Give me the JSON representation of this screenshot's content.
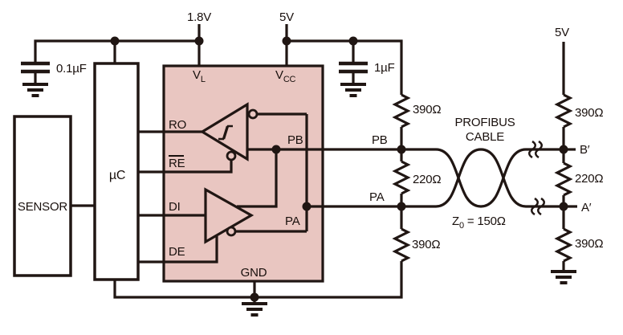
{
  "power": {
    "logic_supply": "1.8V",
    "bus_supply": "5V",
    "remote_supply": "5V"
  },
  "capacitors": {
    "c1": "0.1µF",
    "c2": "1µF"
  },
  "blocks": {
    "sensor": "SENSOR",
    "microcontroller": "µC"
  },
  "transceiver": {
    "pin_vl": {
      "base": "V",
      "sub": "L"
    },
    "pin_vcc": {
      "base": "V",
      "sub": "CC"
    },
    "pin_gnd": "GND",
    "pin_ro": "RO",
    "pin_re": "RE",
    "pin_di": "DI",
    "pin_de": "DE",
    "pin_pb": "PB",
    "pin_pa": "PA"
  },
  "bus": {
    "pb_label": "PB",
    "pa_label": "PA"
  },
  "termination_local": {
    "r_top": "390Ω",
    "r_mid": "220Ω",
    "r_bot": "390Ω"
  },
  "termination_remote": {
    "r_top": "390Ω",
    "r_mid": "220Ω",
    "r_bot": "390Ω"
  },
  "cable": {
    "name_line1": "PROFIBUS",
    "name_line2": "CABLE",
    "impedance": {
      "base": "Z",
      "sub": "0",
      "rest": " = 150Ω"
    }
  },
  "terminals": {
    "b": "B′",
    "a": "A′"
  },
  "colors": {
    "chip_fill": "#e9c6c1",
    "line": "#201613"
  }
}
